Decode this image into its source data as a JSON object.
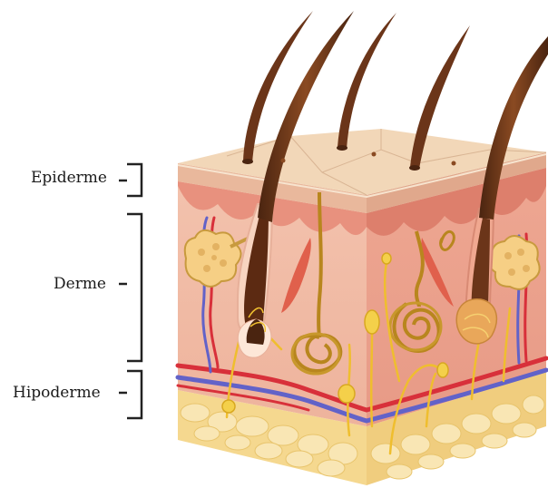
{
  "labels": {
    "epidermis": "Epiderme",
    "dermis": "Derme",
    "hypodermis": "Hipoderme"
  },
  "colors": {
    "epidermis_top": "#f2d7b8",
    "dermis": "#f0b7a3",
    "dermis_side": "#e89a87",
    "hypodermis_fat": "#f6dc9a",
    "hair": "#6b3519",
    "nerve": "#f0c030",
    "artery": "#d8303a",
    "vein": "#6060c8",
    "bracket": "#222222"
  },
  "icons": [
    "skin-cross-section-illustration",
    "bracket-icon"
  ]
}
